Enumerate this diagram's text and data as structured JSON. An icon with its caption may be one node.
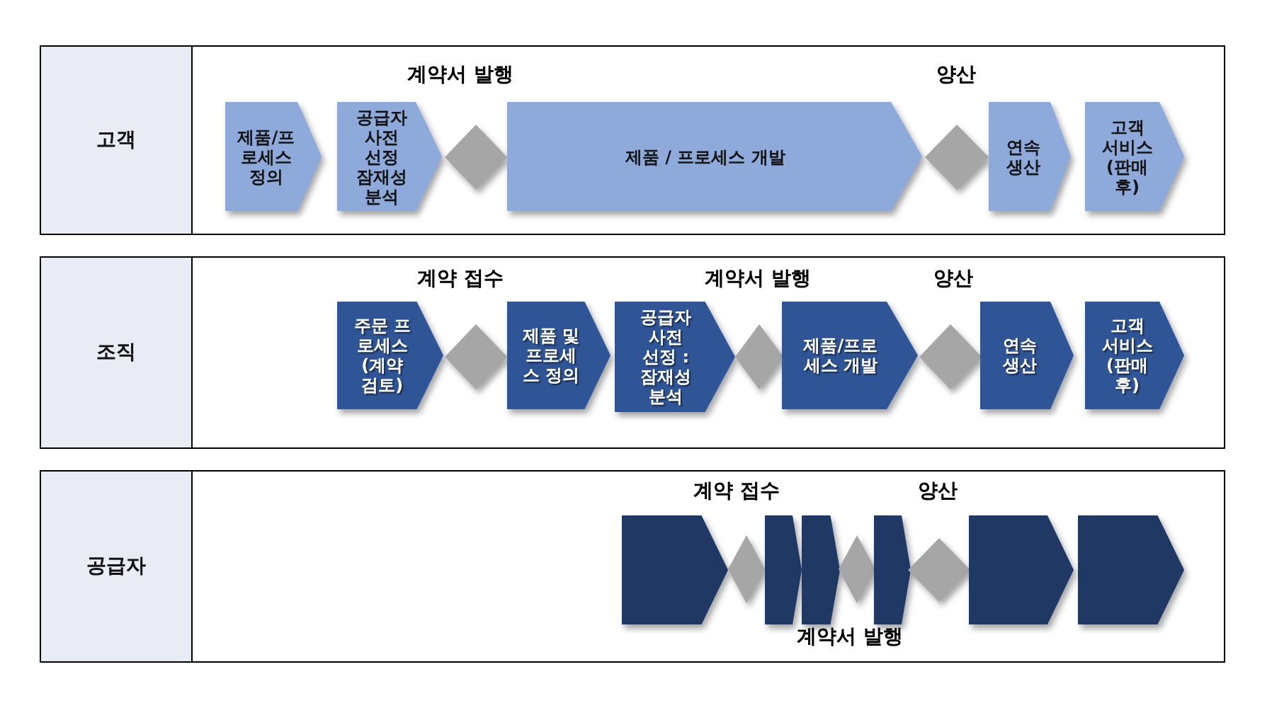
{
  "diagram": {
    "nodes": [
      {
        "text": [
          "고객"
        ]
      },
      {
        "text": [
          "제품/프로세스 정의"
        ],
        "in": 0
      },
      {
        "text": [
          "공급자 사전 선정 잠재성 분석"
        ],
        "in": 0
      },
      {
        "text": [],
        "shape": "diamond",
        "in": 0
      },
      {
        "text": [
          "제품 / 프로세스 개발"
        ],
        "in": 0
      },
      {
        "text": [],
        "shape": "diamond",
        "in": 0
      },
      {
        "text": [
          "연속 생산"
        ],
        "in": 0
      },
      {
        "text": [
          "고객 서비스 (판매 후)"
        ],
        "in": 0
      },
      {
        "text": [
          "조직"
        ]
      },
      {
        "text": [
          "주문 프로세스(계약 검토)"
        ],
        "in": 8
      },
      {
        "text": [],
        "shape": "diamond",
        "in": 8
      },
      {
        "text": [
          "제품 및 프로세스 정의"
        ],
        "in": 8
      },
      {
        "text": [
          "공급자 사전 선정 : 잠재성 분석"
        ],
        "in": 8
      },
      {
        "text": [],
        "shape": "diamond",
        "in": 8
      },
      {
        "text": [
          "제품/프로세스 개발"
        ],
        "in": 8
      },
      {
        "text": [],
        "shape": "diamond",
        "in": 8
      },
      {
        "text": [
          "연속 생산"
        ],
        "in": 8
      },
      {
        "text": [
          "고객 서비스 (판매 후)"
        ],
        "in": 8
      },
      {
        "text": [
          "공급자"
        ]
      },
      {
        "text": [],
        "shape": "pentagon",
        "in": 18
      },
      {
        "text": [],
        "shape": "diamond",
        "in": 18
      },
      {
        "text": [],
        "shape": "pentagon",
        "in": 18
      },
      {
        "text": [],
        "shape": "pentagon",
        "in": 18
      },
      {
        "text": [],
        "shape": "diamond",
        "in": 18
      },
      {
        "text": [],
        "shape": "pentagon",
        "in": 18
      },
      {
        "text": [],
        "shape": "diamond",
        "in": 18
      },
      {
        "text": [],
        "shape": "pentagon",
        "in": 18
      },
      {
        "text": [],
        "shape": "pentagon",
        "in": 18
      }
    ],
    "labels": [
      "계약서 발행",
      "양산",
      "계약 접수",
      "계약서 발행",
      "양산",
      "계약 접수",
      "양산",
      "계약서 발행"
    ]
  }
}
